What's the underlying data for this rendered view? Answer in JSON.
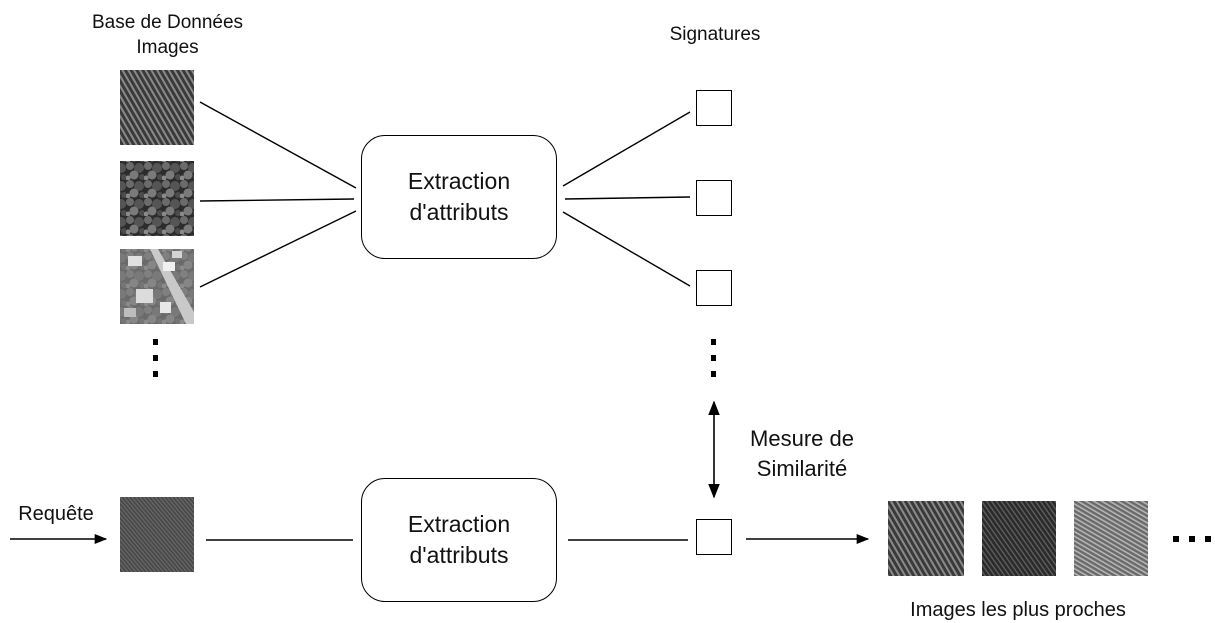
{
  "database_title": [
    "Base de Données",
    "Images"
  ],
  "signatures_title": "Signatures",
  "extraction_label": [
    "Extraction",
    "d'attributs"
  ],
  "similarity_label": [
    "Mesure de",
    "Similarité"
  ],
  "query_label": "Requête",
  "results_label": "Images les plus proches",
  "thumbnails": {
    "database": [
      "diagonal-texture",
      "tree-canopy-aerial",
      "residential-aerial"
    ],
    "query": "diagonal-texture",
    "results": [
      "diagonal-texture",
      "dark-diagonal-texture",
      "light-diagonal-texture"
    ]
  },
  "colors": {
    "line": "#000000",
    "background": "#ffffff"
  }
}
